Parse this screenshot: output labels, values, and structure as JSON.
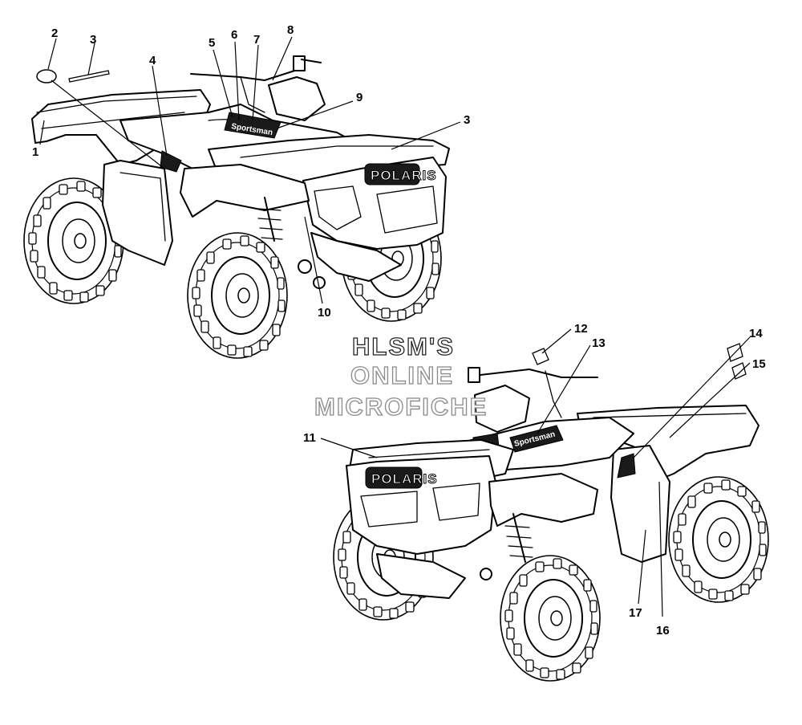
{
  "watermark": {
    "line1": "HLSM'S",
    "line2": "ONLINE",
    "line3": "MICROFICHE"
  },
  "brand_badge_text": "POLARIS",
  "callouts": [
    "1",
    "2",
    "3",
    "4",
    "5",
    "6",
    "7",
    "8",
    "9",
    "3",
    "10",
    "11",
    "12",
    "13",
    "14",
    "15",
    "16",
    "17"
  ],
  "colors": {
    "ink": "#000000",
    "paper": "#ffffff",
    "watermark_outline": "#222222"
  }
}
